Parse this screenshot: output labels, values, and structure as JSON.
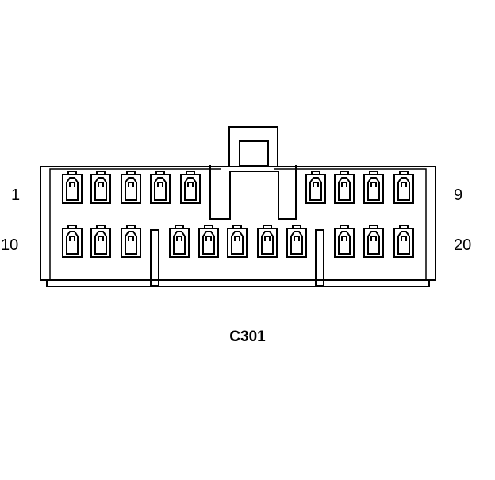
{
  "connector": {
    "id": "C301",
    "top_row": {
      "first_pin": "1",
      "last_pin": "9"
    },
    "bottom_row": {
      "first_pin": "10",
      "last_pin": "20"
    }
  }
}
